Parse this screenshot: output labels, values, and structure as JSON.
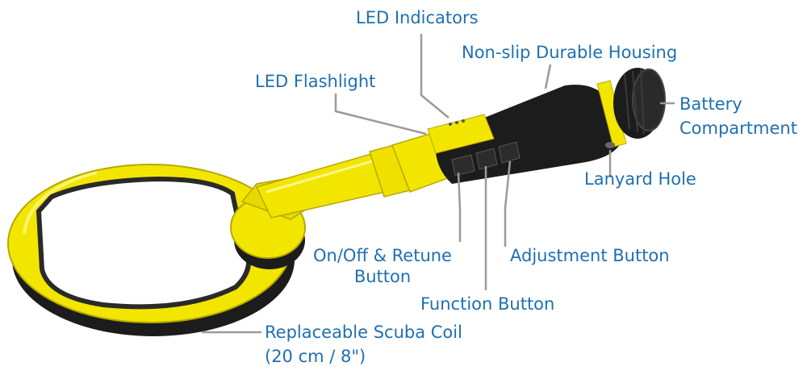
{
  "colors": {
    "label_text": "#1f6fb2",
    "leader_line": "#9a9a9a",
    "body_yellow": "#f2e600",
    "rubber_black": "#1c1c1c"
  },
  "icons": [
    "led-indicator-dots",
    "lanyard-hole",
    "grip-buttons"
  ],
  "labels": {
    "led_indicators": "LED Indicators",
    "non_slip_housing": "Non-slip Durable Housing",
    "led_flashlight": "LED Flashlight",
    "battery_line1": "Battery",
    "battery_line2": "Compartment",
    "lanyard_hole": "Lanyard Hole",
    "on_off_line1": "On/Off & Retune",
    "on_off_line2": "Button",
    "adjustment_button": "Adjustment Button",
    "function_button": "Function Button",
    "scuba_coil_line1": "Replaceable Scuba Coil",
    "scuba_coil_line2": "(20 cm / 8\")"
  }
}
